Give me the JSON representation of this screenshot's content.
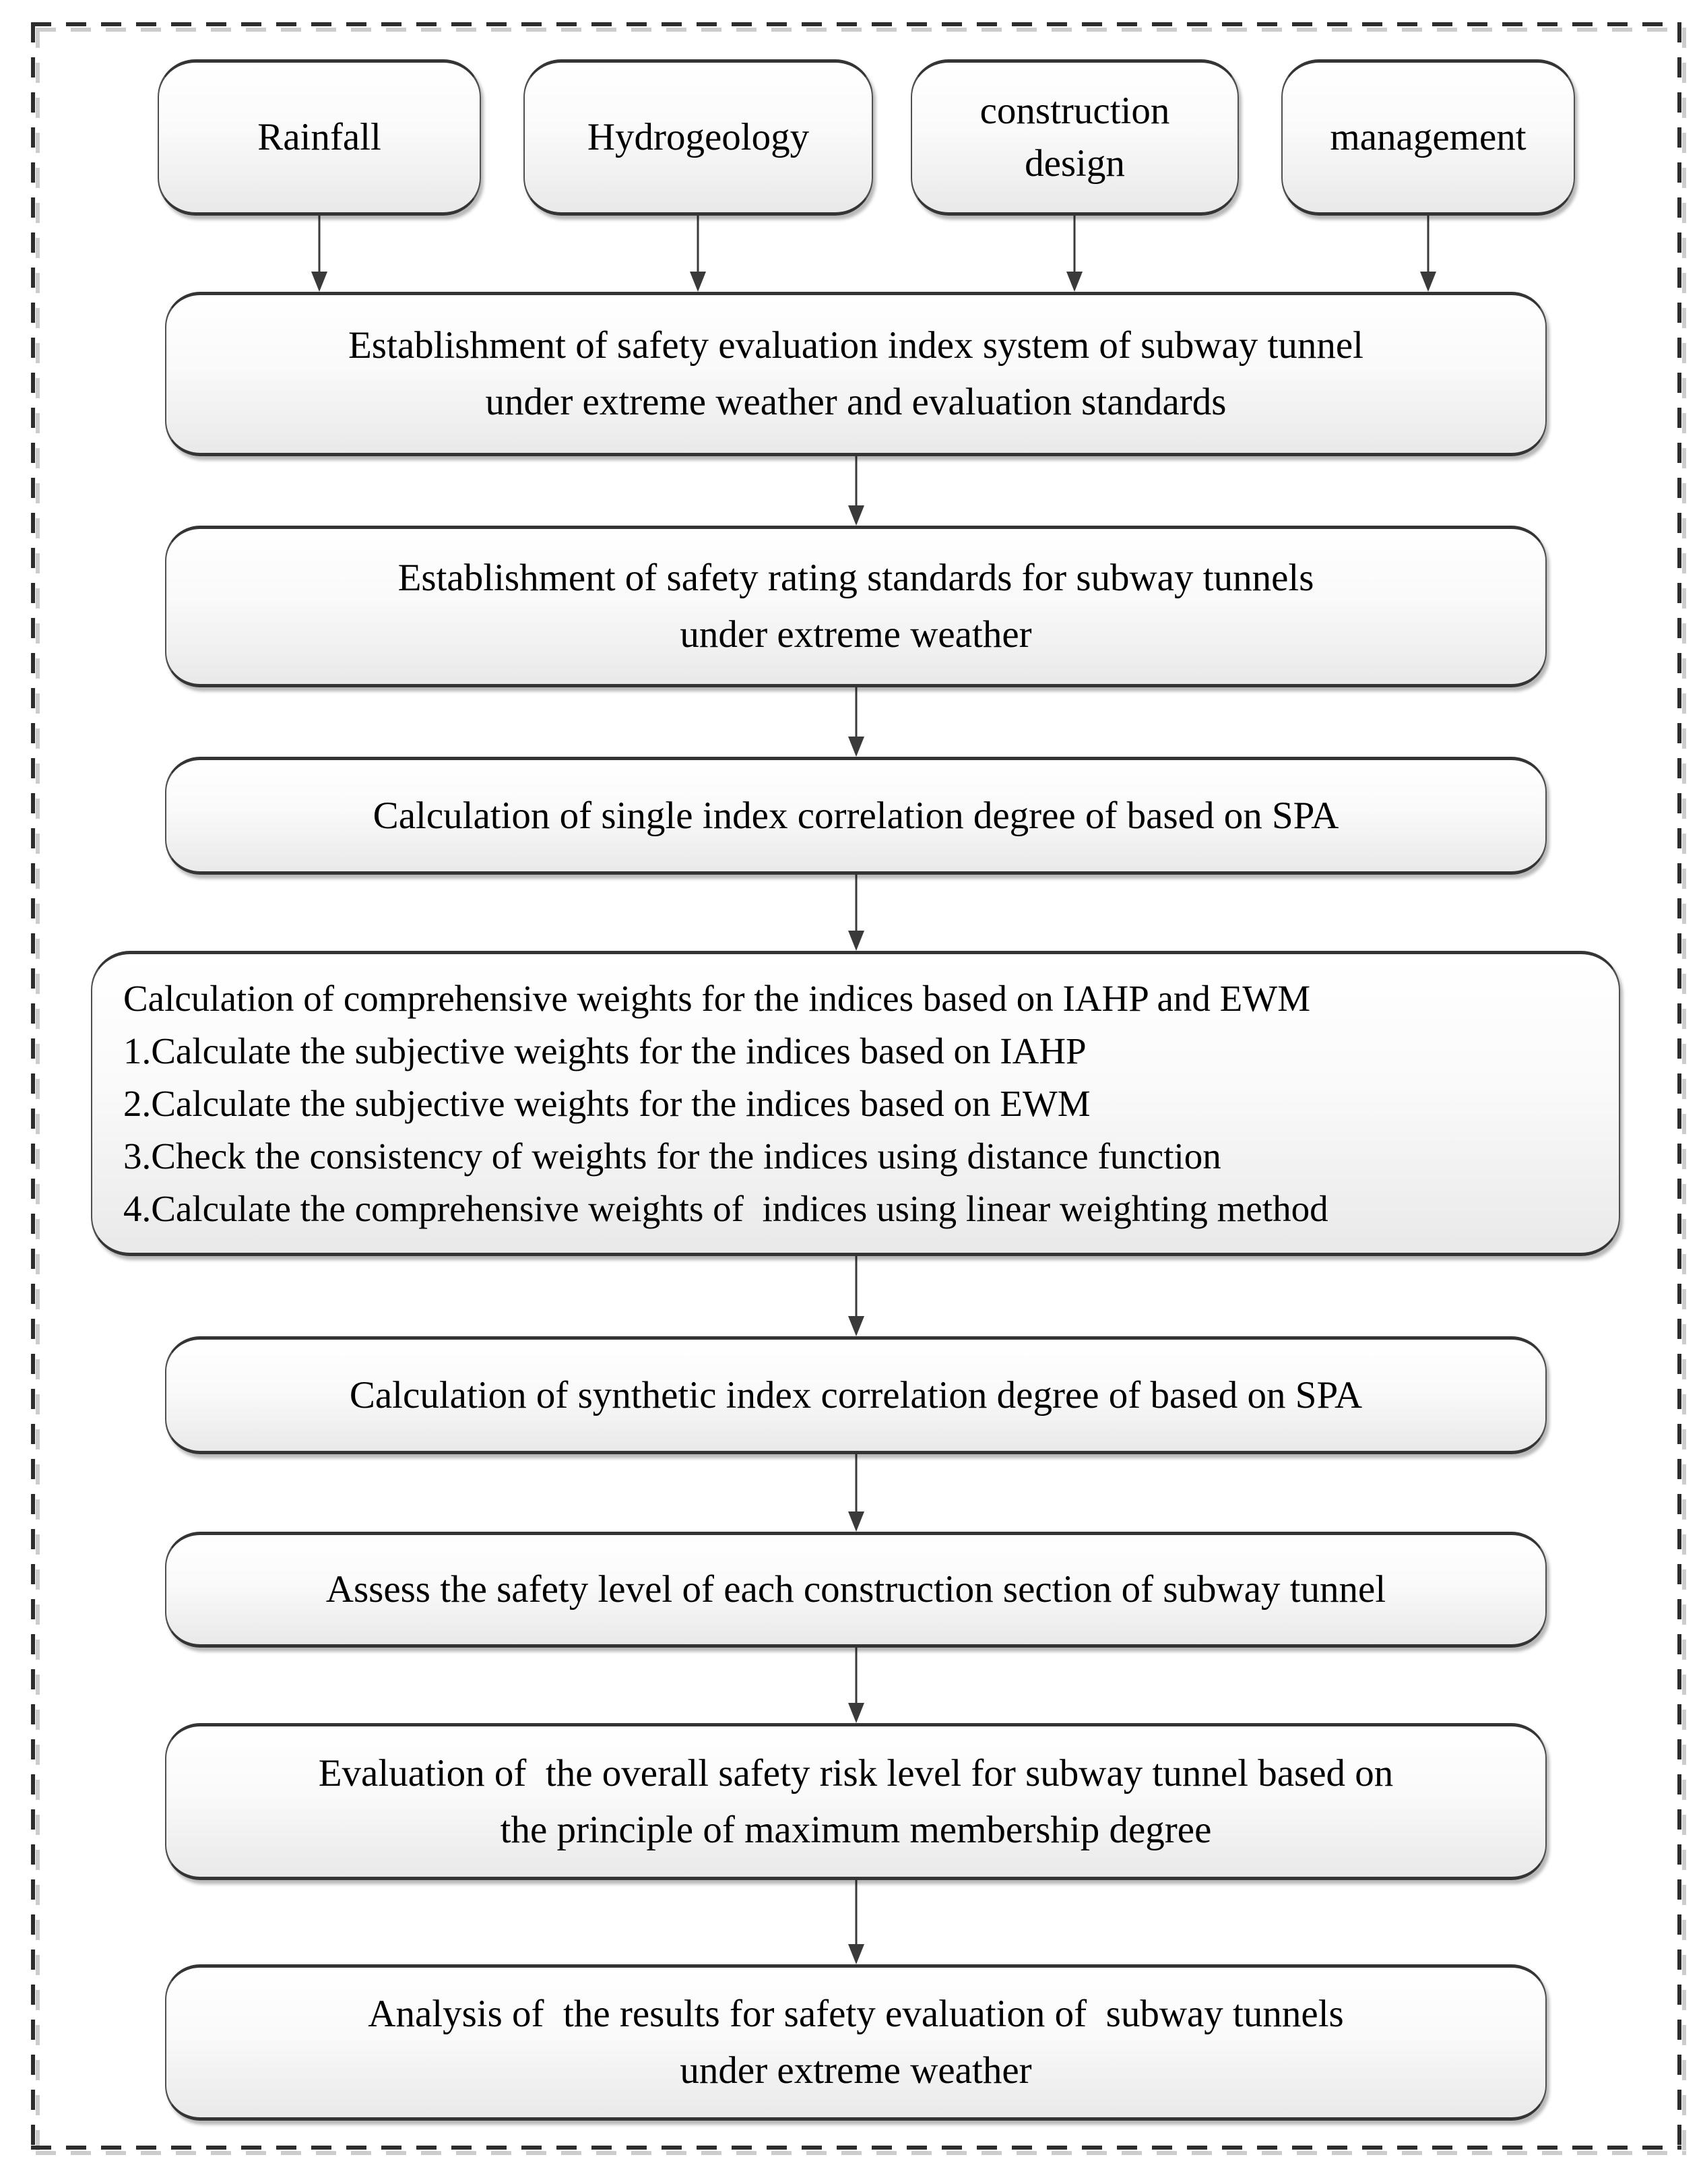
{
  "colors": {
    "box_border": "#3a3a3a",
    "box_fill_top": "#ffffff",
    "box_fill_bottom": "#e9e9e9",
    "arrow": "#3a3a3a",
    "frame_dash": "#2d2d2d",
    "frame_dash_shadow": "#cccccc",
    "text": "#000000"
  },
  "diagram": {
    "inputs": [
      {
        "lines": [
          "Rainfall"
        ]
      },
      {
        "lines": [
          "Hydrogeology"
        ]
      },
      {
        "lines": [
          "construction",
          "design"
        ]
      },
      {
        "lines": [
          "management"
        ]
      }
    ],
    "steps": [
      {
        "lines": [
          "Establishment of safety evaluation index system of subway tunnel",
          "under extreme weather and evaluation standards"
        ]
      },
      {
        "lines": [
          "Establishment of safety rating standards for subway tunnels",
          "under extreme weather"
        ]
      },
      {
        "lines": [
          "Calculation of single index correlation degree of based on SPA"
        ]
      },
      {
        "lines": [
          "Calculation of comprehensive weights for the indices based on IAHP and EWM",
          "1.Calculate the subjective weights for the indices based on IAHP",
          "2.Calculate the subjective weights for the indices based on EWM",
          "3.Check the consistency of weights for the indices using distance function",
          "4.Calculate the comprehensive weights of  indices using linear weighting method"
        ]
      },
      {
        "lines": [
          "Calculation of synthetic index correlation degree of based on SPA"
        ]
      },
      {
        "lines": [
          "Assess the safety level of each construction section of subway tunnel"
        ]
      },
      {
        "lines": [
          "Evaluation of  the overall safety risk level for subway tunnel based on",
          "the principle of maximum membership degree"
        ]
      },
      {
        "lines": [
          "Analysis of  the results for safety evaluation of  subway tunnels",
          "under extreme weather"
        ]
      }
    ]
  }
}
